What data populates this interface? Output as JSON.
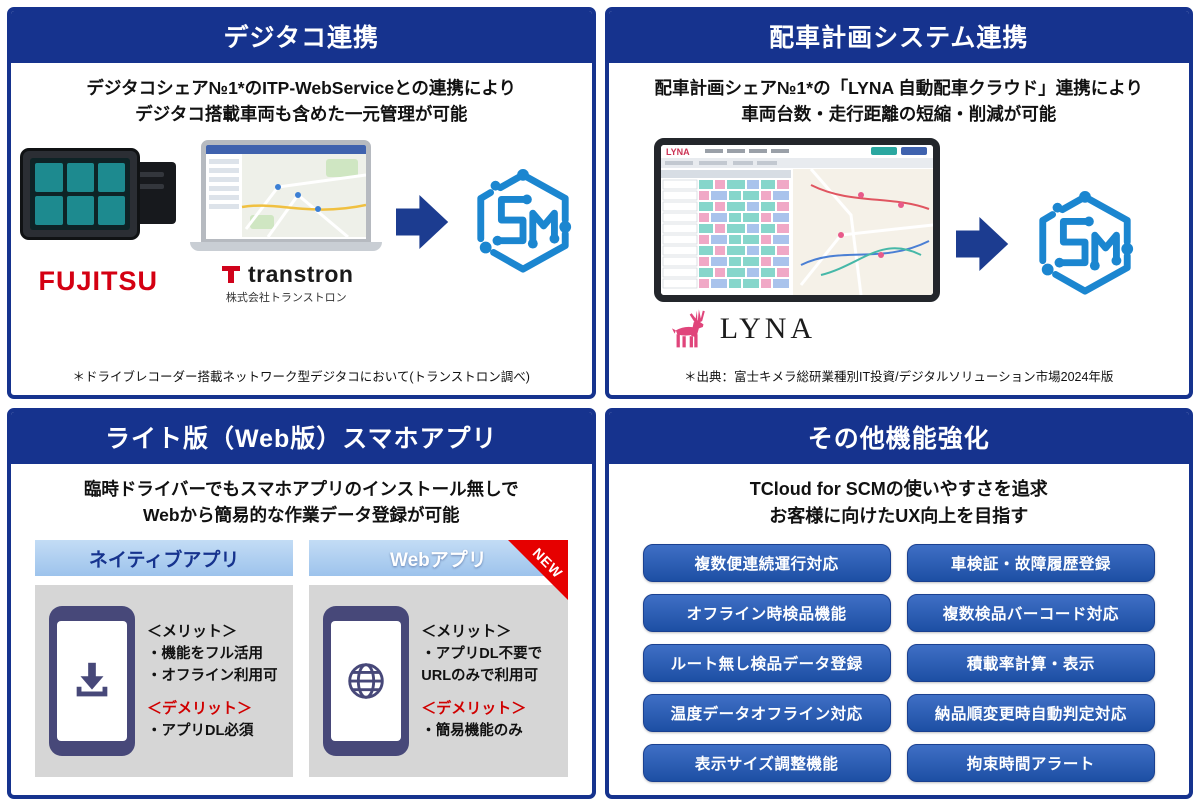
{
  "digitaco": {
    "title": "デジタコ連携",
    "desc1": "デジタコシェア№1*のITP-WebServiceとの連携により",
    "desc2": "デジタコ搭載車両も含めた一元管理が可能",
    "fujitsu_label": "FUJITSU",
    "transtron_label": "transtron",
    "transtron_sub": "株式会社トランストロン",
    "footnote": "＊ドライブレコーダー搭載ネットワーク型デジタコにおいて(トランストロン調べ)"
  },
  "dispatch": {
    "title": "配車計画システム連携",
    "desc1": "配車計画シェア№1*の「LYNA 自動配車クラウド」連携により",
    "desc2": "車両台数・走行距離の短縮・削減が可能",
    "lyna_screen_label": "LYNA",
    "lyna_label": "LYNA",
    "footnote": "＊出典：富士キメラ総研業種別IT投資/デジタルソリューション市場2024年版"
  },
  "lite": {
    "title": "ライト版（Web版）スマホアプリ",
    "desc1": "臨時ドライバーでもスマホアプリのインストール無しで",
    "desc2": "Webから簡易的な作業データ登録が可能",
    "native": {
      "header": "ネイティブアプリ",
      "merit_label": "＜メリット＞",
      "merit1": "・機能をフル活用",
      "merit2": "・オフライン利用可",
      "demerit_label": "＜デメリット＞",
      "demerit1": "・アプリDL必須"
    },
    "web": {
      "header": "Webアプリ",
      "badge": "NEW",
      "merit_label": "＜メリット＞",
      "merit1": "・アプリDL不要で",
      "merit2": "URLのみで利用可",
      "demerit_label": "＜デメリット＞",
      "demerit1": "・簡易機能のみ"
    }
  },
  "other": {
    "title": "その他機能強化",
    "desc1": "TCloud for SCMの使いやすさを追求",
    "desc2": "お客様に向けたUX向上を目指す",
    "features": [
      "複数便連続運行対応",
      "車検証・故障履歴登録",
      "オフライン時検品機能",
      "複数検品バーコード対応",
      "ルート無し検品データ登録",
      "積載率計算・表示",
      "温度データオフライン対応",
      "納品順変更時自動判定対応",
      "表示サイズ調整機能",
      "拘束時間アラート"
    ]
  },
  "colors": {
    "navy": "#16338e",
    "pill_blue": "#2b5ab4",
    "scm_blue": "#1b86d0",
    "fujitsu_red": "#d40012",
    "lyna_pink": "#e0457b",
    "new_red": "#e60000",
    "demerit_red": "#d00000"
  }
}
